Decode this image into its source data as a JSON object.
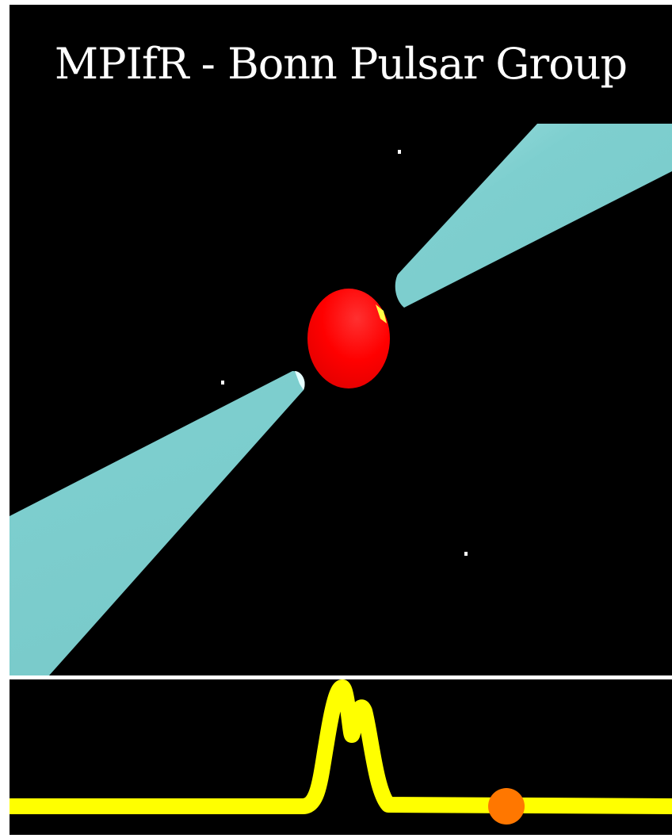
{
  "title": "MPIfR - Bonn Pulsar Group",
  "colors": {
    "background": "#000000",
    "beam": "#7ecfcf",
    "beam_edge": "#e6ffff",
    "pulsar": "#ff0000",
    "hotspot": "#ffff44",
    "pulse_profile": "#ffff00",
    "phase_marker": "#ff7700",
    "divider": "#ffffff",
    "star": "#ffffff"
  },
  "scene": {
    "elements": [
      "emission-beam-upper",
      "emission-beam-lower",
      "pulsar-star",
      "background-stars"
    ]
  },
  "pulse_profile": {
    "type": "line",
    "description_labels": [],
    "phase_marker_visible": true
  }
}
